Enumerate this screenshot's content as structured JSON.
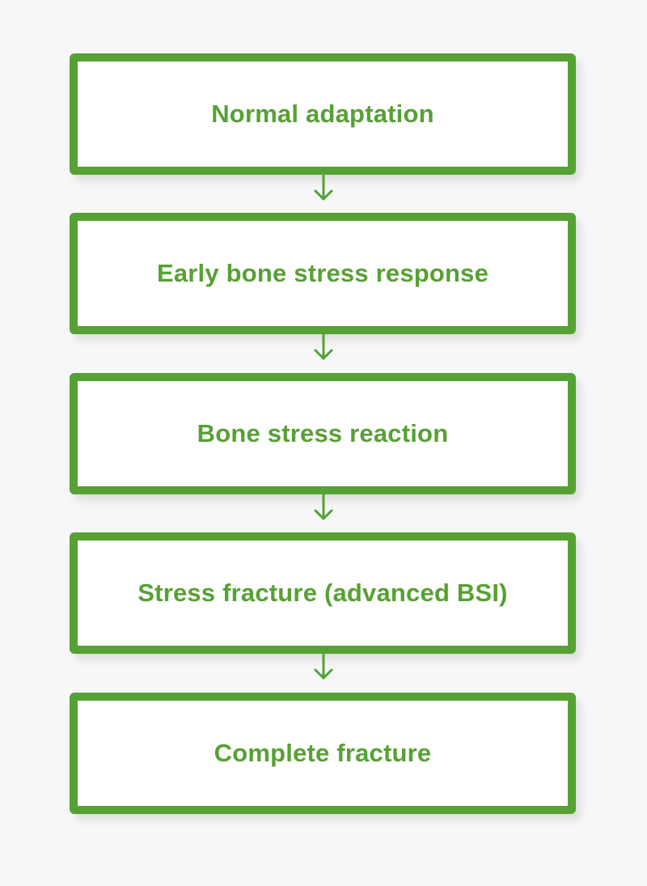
{
  "diagram": {
    "steps": [
      {
        "label": "Normal adaptation"
      },
      {
        "label": "Early bone stress response"
      },
      {
        "label": "Bone stress reaction"
      },
      {
        "label": "Stress fracture (advanced BSI)"
      },
      {
        "label": "Complete fracture"
      }
    ],
    "colors": {
      "accent": "#56a133",
      "box_fill": "#ffffff",
      "background": "#f6f7f9"
    },
    "icons": [
      "arrow-down-icon"
    ]
  }
}
